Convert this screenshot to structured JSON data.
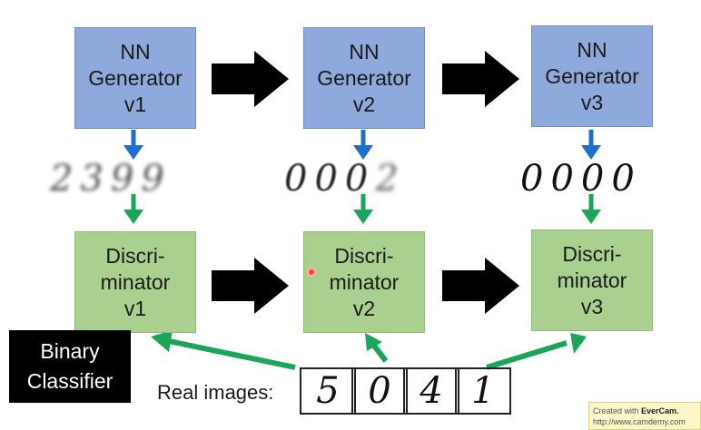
{
  "generators": [
    {
      "line1": "NN",
      "line2": "Generator",
      "line3": "v1"
    },
    {
      "line1": "NN",
      "line2": "Generator",
      "line3": "v2"
    },
    {
      "line1": "NN",
      "line2": "Generator",
      "line3": "v3"
    }
  ],
  "discriminators": [
    {
      "line1": "Discri-",
      "line2": "minator",
      "line3": "v1"
    },
    {
      "line1": "Discri-",
      "line2": "minator",
      "line3": "v2"
    },
    {
      "line1": "Discri-",
      "line2": "minator",
      "line3": "v3"
    }
  ],
  "generated_samples": [
    [
      "2",
      "3",
      "9",
      "9"
    ],
    [
      "0",
      "0",
      "0",
      "2"
    ],
    [
      "0",
      "0",
      "0",
      "0"
    ]
  ],
  "binary_classifier": {
    "line1": "Binary",
    "line2": "Classifier"
  },
  "real_images": {
    "label": "Real images:",
    "digits": [
      "5",
      "0",
      "4",
      "1"
    ]
  },
  "watermark": {
    "line1_prefix": "Created with ",
    "line1_brand": "EverCam.",
    "line2": "http://www.camdemy.com"
  },
  "colors": {
    "generator_box": "#8ea9db",
    "discriminator_box": "#a9d08e",
    "blue_arrow": "#1f6fd1",
    "green_arrow": "#1aa55a",
    "big_arrow": "#000000"
  }
}
